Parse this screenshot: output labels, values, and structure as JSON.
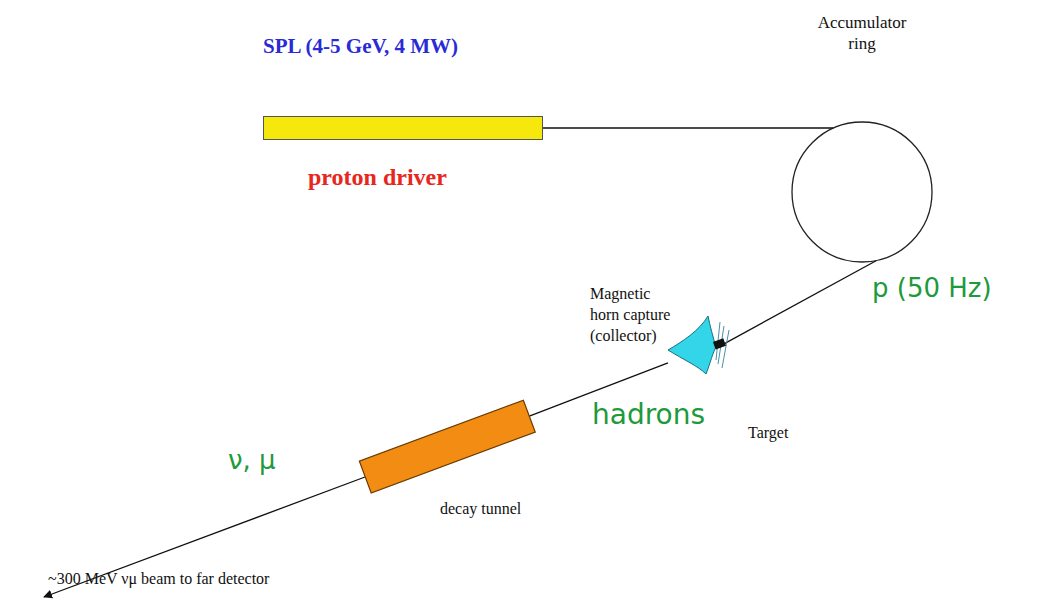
{
  "diagram": {
    "nodes": [
      {
        "text": [
          "SPL (4-5 GeV, 4 MW)",
          "proton driver"
        ]
      },
      {
        "text": [
          "Accumulator ring"
        ]
      },
      {
        "text": [
          "Magnetic horn capture (collector)",
          "Target"
        ]
      },
      {
        "text": [
          "decay tunnel"
        ]
      }
    ],
    "edges": [
      {
        "from": 0,
        "to": 1,
        "arrow": "none"
      },
      {
        "from": 1,
        "to": 2,
        "label": "p (50 Hz)",
        "arrow": "none"
      },
      {
        "from": 2,
        "to": 3,
        "label": "hadrons",
        "arrow": "none"
      }
    ],
    "labels": [
      "ν, μ",
      "~300 MeV νμ beam to far detector"
    ]
  }
}
